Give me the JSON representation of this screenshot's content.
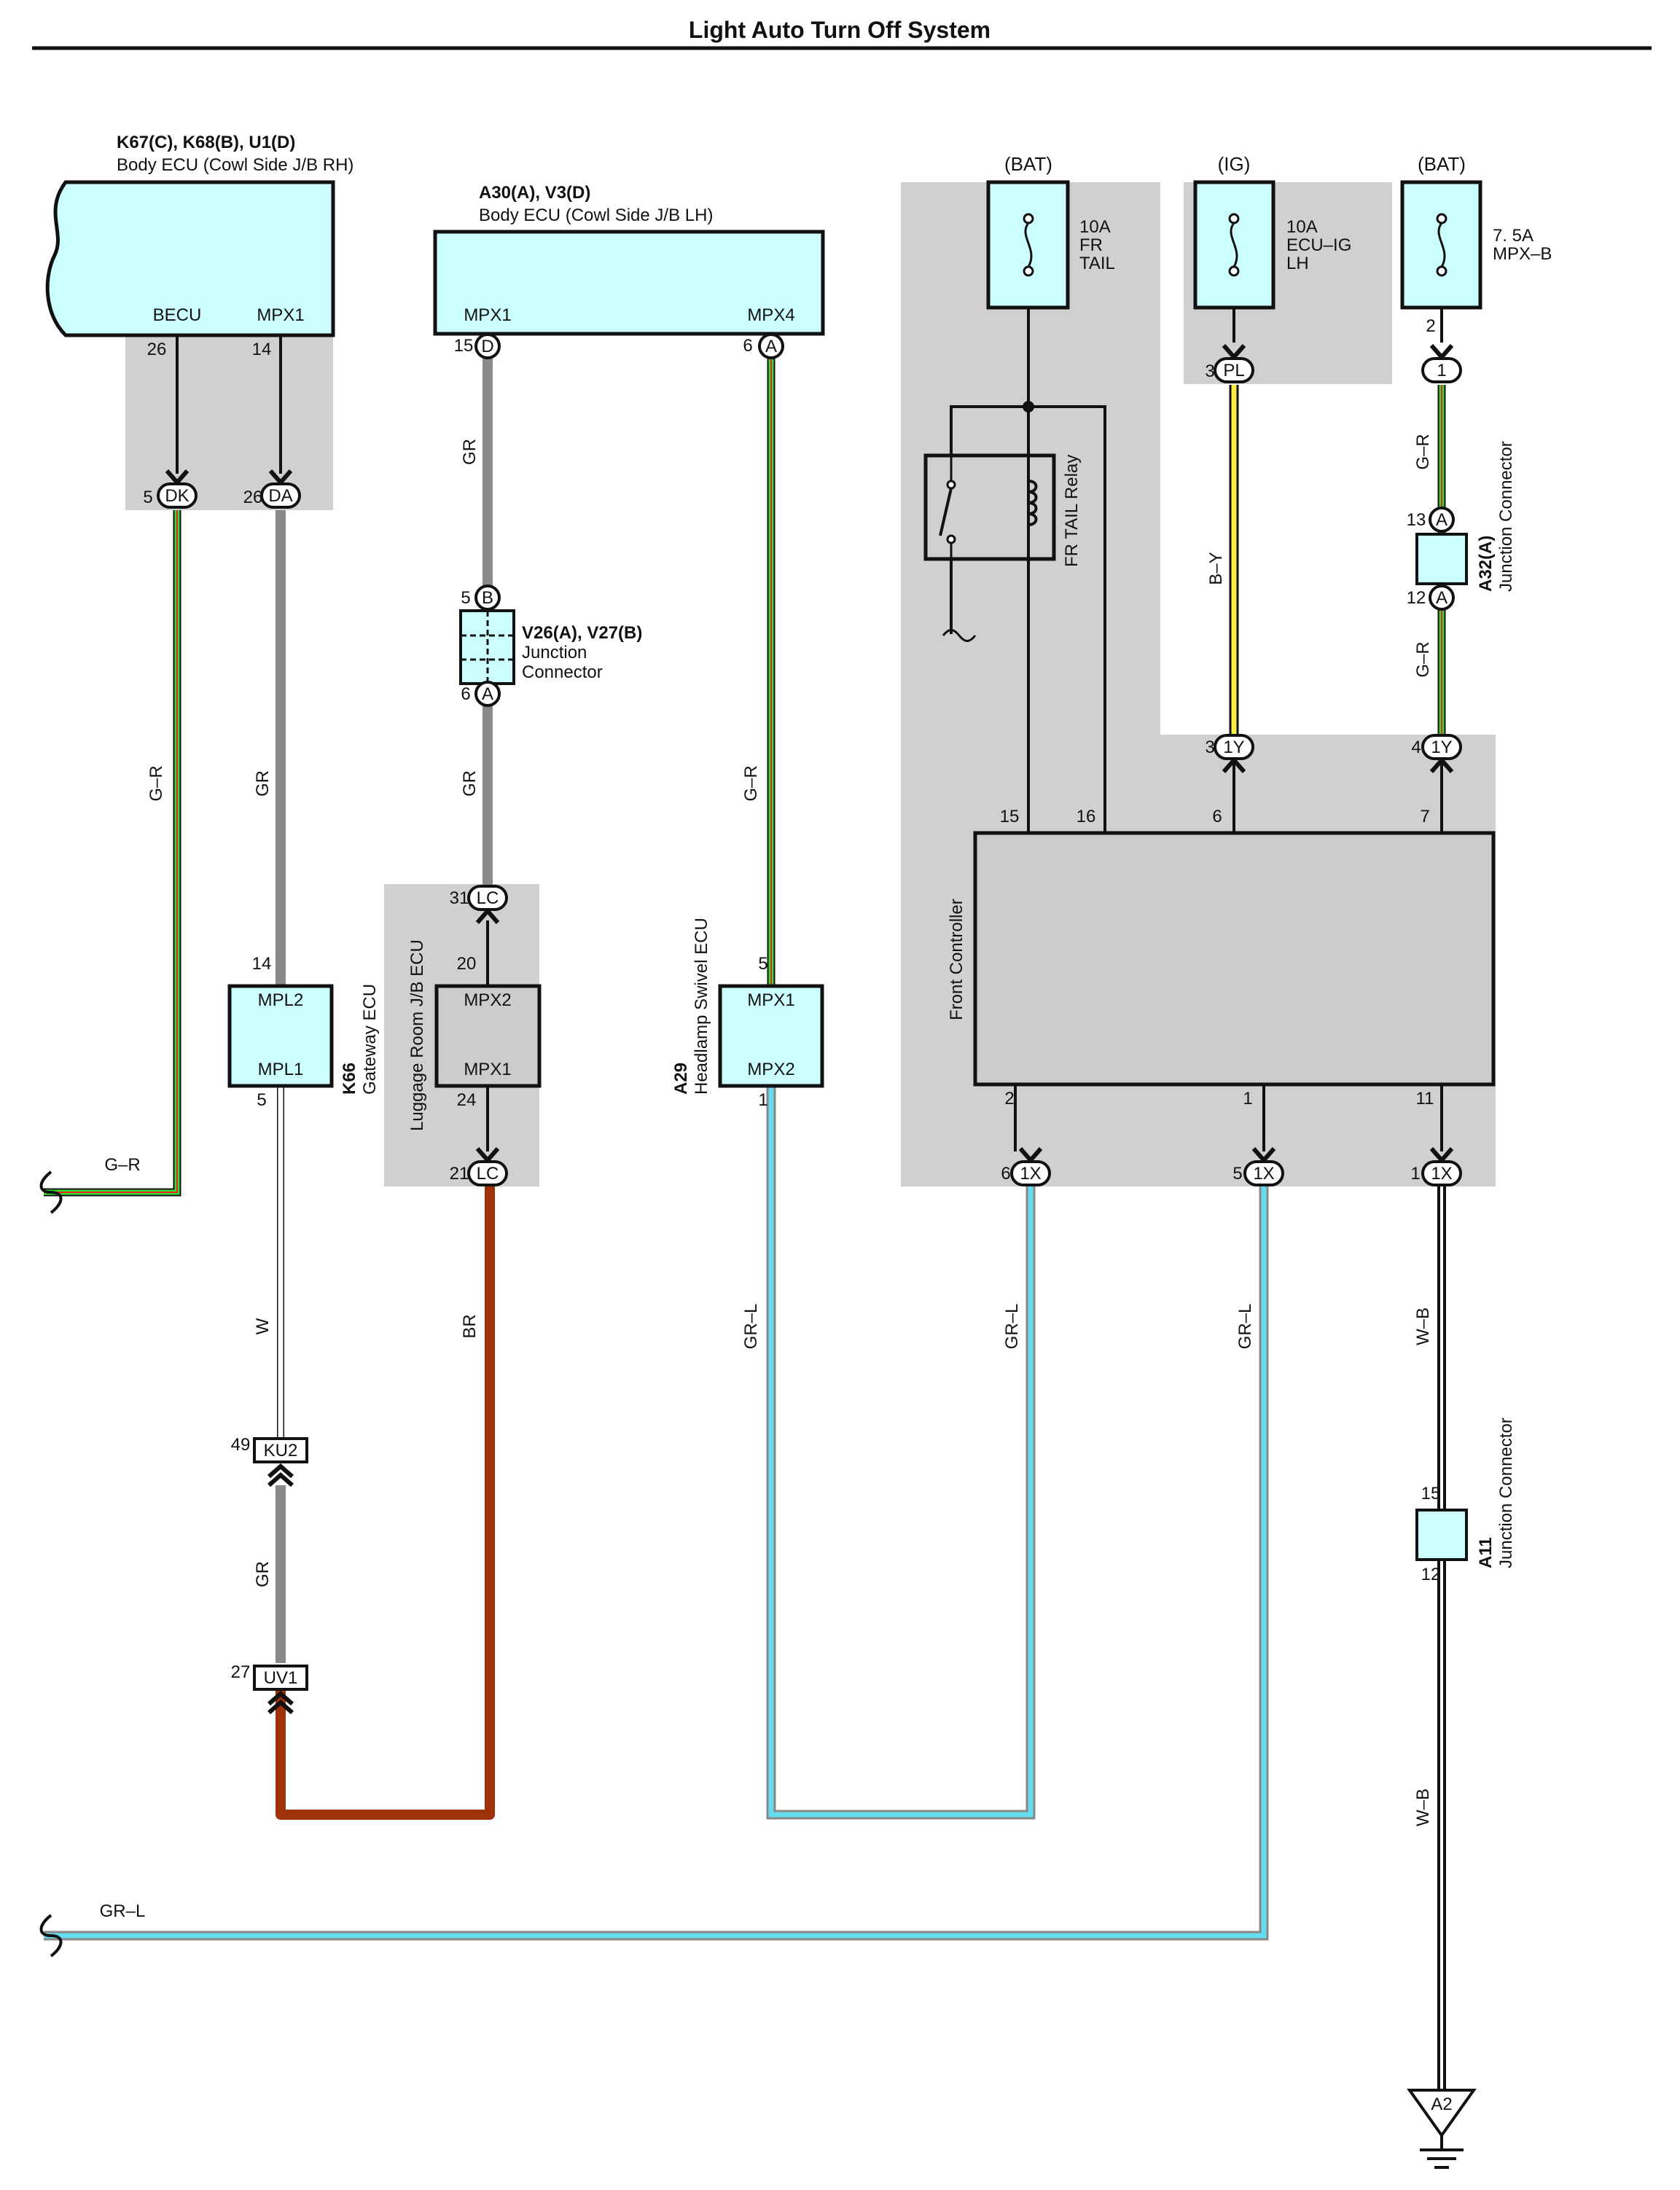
{
  "title": "Light Auto Turn Off System",
  "components": {
    "body_ecu_rh": {
      "ids": "K67(C), K68(B), U1(D)",
      "name": "Body ECU (Cowl Side J/B RH)",
      "pins": [
        "BECU",
        "MPX1"
      ]
    },
    "body_ecu_lh": {
      "ids": "A30(A), V3(D)",
      "name": "Body ECU (Cowl Side J/B LH)",
      "pins": [
        "MPX1",
        "MPX4"
      ]
    },
    "junction_v26": {
      "ids": "V26(A), V27(B)",
      "name_line1": "Junction",
      "name_line2": "Connector"
    },
    "gateway_ecu": {
      "id": "K66",
      "name": "Gateway ECU",
      "pins": [
        "MPL2",
        "MPL1"
      ]
    },
    "luggage_ecu": {
      "name": "Luggage Room J/B ECU",
      "pins": [
        "MPX2",
        "MPX1"
      ]
    },
    "headlamp_ecu": {
      "id": "A29",
      "name": "Headlamp Swivel ECU",
      "pins": [
        "MPX1",
        "MPX2"
      ]
    },
    "fr_tail_relay": {
      "name": "FR TAIL Relay"
    },
    "front_controller": {
      "name": "Front Controller"
    },
    "junction_a32": {
      "id": "A32(A)",
      "name": "Junction Connector"
    },
    "junction_a11": {
      "id": "A11",
      "name": "Junction Connector"
    },
    "ground": {
      "label": "A2"
    }
  },
  "fuses": [
    {
      "source": "(BAT)",
      "amp": "10A",
      "line2": "FR",
      "line3": "TAIL"
    },
    {
      "source": "(IG)",
      "amp": "10A",
      "line2": "ECU–IG",
      "line3": "LH"
    },
    {
      "source": "(BAT)",
      "amp": "7. 5A",
      "line2": "MPX–B",
      "line3": ""
    }
  ],
  "connectors": [
    "DK",
    "DA",
    "D",
    "A",
    "B",
    "A",
    "LC",
    "LC",
    "KU2",
    "UV1",
    "PL",
    "1",
    "A",
    "A",
    "1Y",
    "1Y",
    "1X",
    "1X",
    "1X"
  ],
  "pin_numbers": [
    "26",
    "14",
    "5",
    "26",
    "15",
    "6",
    "5",
    "1",
    "14",
    "5",
    "49",
    "27",
    "31",
    "20",
    "24",
    "21",
    "5",
    "6",
    "15",
    "16",
    "6",
    "7",
    "3",
    "3",
    "4",
    "2",
    "13",
    "12",
    "2",
    "1",
    "11",
    "6",
    "5",
    "1",
    "15",
    "12"
  ],
  "wire_colors": [
    "G–R",
    "GR",
    "GR",
    "GR",
    "G–R",
    "B–Y",
    "G–R",
    "G–R",
    "W",
    "GR",
    "BR",
    "GR–L",
    "GR–L",
    "GR–L",
    "W–B",
    "W–B",
    "G–R",
    "GR–L"
  ],
  "colors": {
    "ecu_fill": "#ccffff",
    "shade": "#d0d0d0",
    "gray_wire": "#8a8a8a",
    "brown_wire": "#a0320a",
    "green": "#33dd33",
    "red": "#ee2222",
    "cyan": "#66ddee",
    "yellow": "#ffee44"
  }
}
